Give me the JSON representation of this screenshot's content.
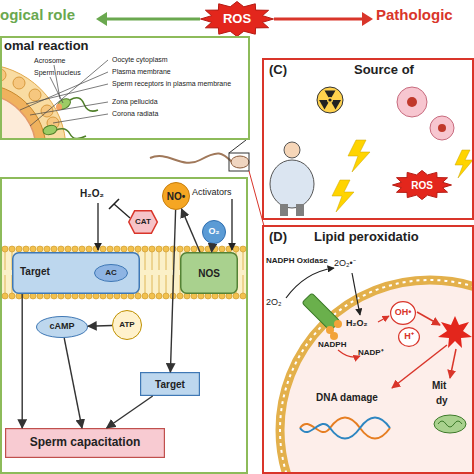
{
  "diagram": {
    "nodes": [
      {
        "text": [
          "ROS"
        ]
      },
      {
        "text": [
          "omal reaction"
        ]
      },
      {
        "text": [
          "(C)",
          "Source of"
        ]
      },
      {
        "text": [
          "ROS"
        ],
        "in": 2
      },
      {
        "text": [
          "CAT"
        ]
      },
      {
        "text": [
          "NO•"
        ]
      },
      {
        "text": [
          "O₂"
        ]
      },
      {
        "text": [
          "Target"
        ]
      },
      {
        "text": [
          "AC"
        ],
        "in": 7
      },
      {
        "text": [
          "NOS"
        ]
      },
      {
        "text": [
          "cAMP"
        ]
      },
      {
        "text": [
          "ATP"
        ]
      },
      {
        "text": [
          "Target"
        ]
      },
      {
        "text": [
          "Sperm capacitation"
        ]
      },
      {
        "text": [
          "(D)",
          "Lipid peroxidatio"
        ]
      },
      {
        "text": [
          "OH•"
        ],
        "in": 14
      },
      {
        "text": [
          "H⁺"
        ],
        "in": 14
      }
    ],
    "edges": [
      {
        "from": 11,
        "to": 10,
        "arrow": "to"
      },
      {
        "from": 10,
        "to": 13,
        "arrow": "to"
      },
      {
        "from": 7,
        "to": 13,
        "arrow": "to"
      },
      {
        "from": 12,
        "to": 13,
        "arrow": "to"
      },
      {
        "from": 5,
        "to": 12,
        "arrow": "to"
      },
      {
        "from": 9,
        "to": 5,
        "arrow": "to"
      },
      {
        "from": 6,
        "to": 9,
        "arrow": "to"
      }
    ],
    "labels": [
      "ogical role",
      "Pathologic",
      "Acrosome",
      "Sperm nucleus",
      "Oocyte cytoplasm",
      "Plasma membrane",
      "Sperm receptors in plasma membrane",
      "Zona pellucida",
      "Corona radiata",
      "H₂O₂",
      "Activators",
      "NADPH Oxidase",
      "2O₂",
      "2O₂•⁻",
      "H₂O₂",
      "NADPH",
      "NADP⁺",
      "DNA damage",
      "Mit",
      "dy"
    ]
  }
}
